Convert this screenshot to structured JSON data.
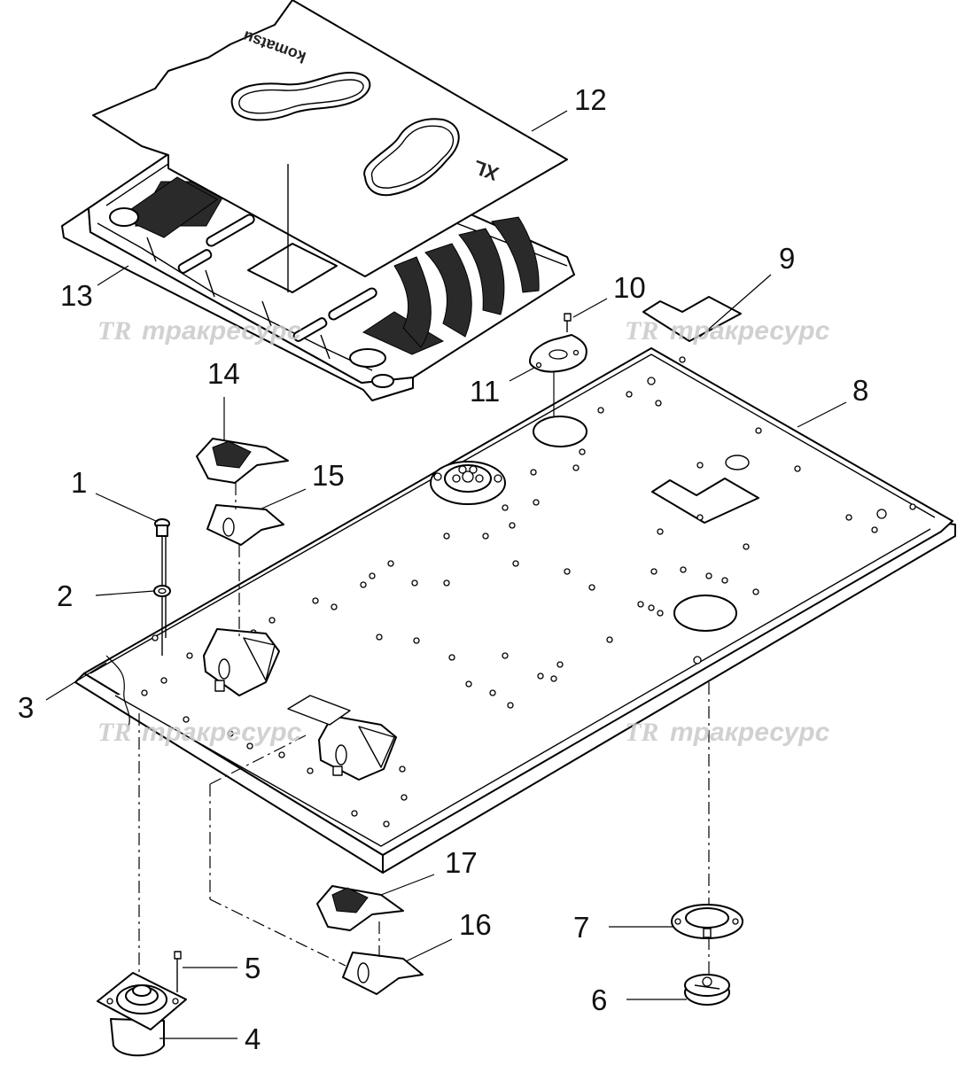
{
  "diagram": {
    "callouts": [
      "1",
      "2",
      "3",
      "4",
      "5",
      "6",
      "7",
      "8",
      "9",
      "10",
      "11",
      "12",
      "13",
      "14",
      "15",
      "16",
      "17"
    ],
    "watermark": {
      "logo": "TR",
      "text": "тракресурс"
    },
    "mat_lettering": {
      "brand": "komatsu",
      "model": "XL"
    },
    "colors": {
      "line": "#000000",
      "watermark": "#c9c9c9",
      "background": "#ffffff"
    }
  }
}
